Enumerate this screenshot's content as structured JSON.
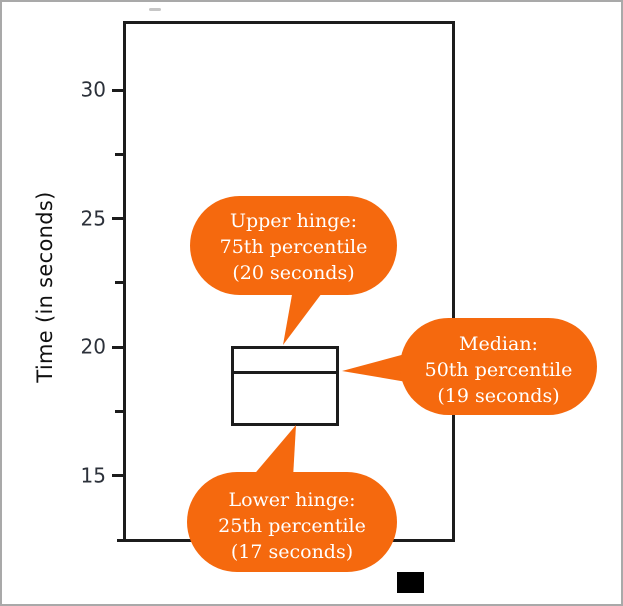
{
  "colors": {
    "callout_orange": "#f5690e",
    "frame_black": "#1c1c1c",
    "tick_label_color": "#2c313a",
    "outer_border_gray": "#a9a9a9",
    "background": "#ffffff"
  },
  "chart_data": {
    "type": "boxplot",
    "orientation": "vertical",
    "title": "",
    "xlabel": "",
    "ylabel": "Time (in seconds)",
    "ylim": [
      12.5,
      32.7
    ],
    "grid": false,
    "yticks": [
      {
        "label": "30",
        "value": 30
      },
      {
        "label": "25",
        "value": 25
      },
      {
        "label": "20",
        "value": 20
      },
      {
        "label": "15",
        "value": 15
      }
    ],
    "minor_yticks": [
      27.5,
      22.5,
      17.5
    ],
    "box": {
      "upper_hinge": 20,
      "median": 19,
      "lower_hinge": 17
    },
    "annotations": [
      {
        "text": "Upper hinge: 75th percentile (20 seconds)",
        "target_value": 20
      },
      {
        "text": "Median: 50th percentile (19 seconds)",
        "target_value": 19
      },
      {
        "text": "Lower hinge: 25th percentile (17 seconds)",
        "target_value": 17
      }
    ]
  },
  "callouts": {
    "upper": {
      "lines": [
        "Upper hinge:",
        "75th percentile",
        "(20 seconds)"
      ]
    },
    "median": {
      "lines": [
        "Median:",
        "50th percentile",
        "(19 seconds)"
      ]
    },
    "lower": {
      "lines": [
        "Lower hinge:",
        "25th percentile",
        "(17 seconds)"
      ]
    }
  }
}
